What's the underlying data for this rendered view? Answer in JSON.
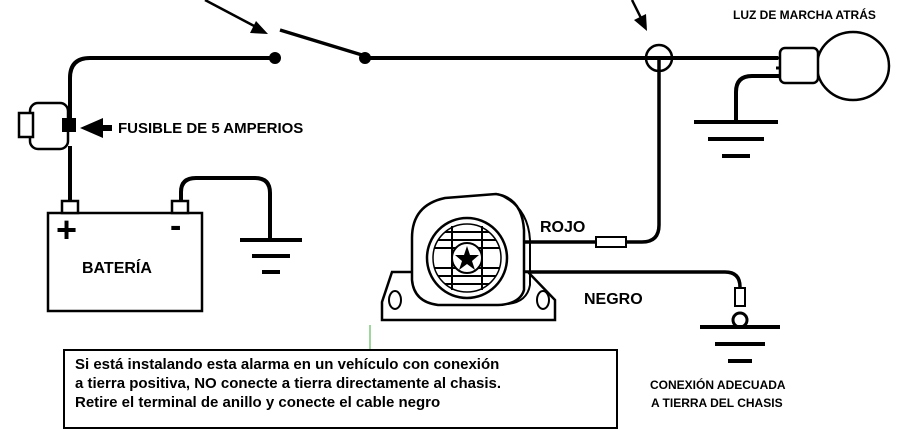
{
  "labels": {
    "backup_light": "LUZ DE MARCHA ATRÁS",
    "fuse": "FUSIBLE DE 5 AMPERIOS",
    "battery": "BATERÍA",
    "battery_plus": "+",
    "battery_minus": "-",
    "red_wire": "ROJO",
    "black_wire": "NEGRO",
    "chassis_line1": "CONEXIÓN ADECUADA",
    "chassis_line2": "A TIERRA DEL CHASIS"
  },
  "note": {
    "lines": [
      "Si está instalando esta alarma en un vehículo con conexión",
      "a tierra positiva, NO conecte a tierra directamente al chasis.",
      "Retire el terminal de anillo y conecte el cable negro"
    ]
  },
  "colors": {
    "wire": "#000000",
    "accent_line": "#7ec97e"
  }
}
